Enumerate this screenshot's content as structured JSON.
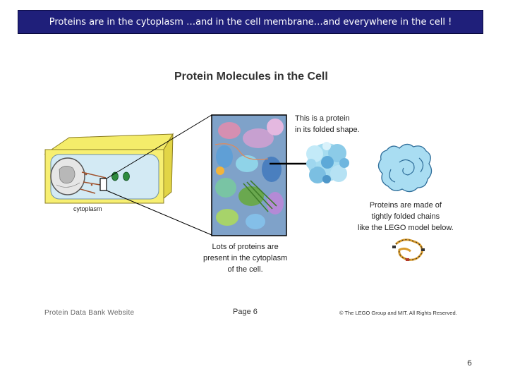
{
  "slide": {
    "title": "Proteins are in the cytoplasm …and in the cell membrane…and everywhere in the cell !",
    "page_number": "6"
  },
  "figure": {
    "title": "Protein Molecules in the Cell",
    "folded_caption": [
      "This is a protein",
      "in its folded shape."
    ],
    "chains_caption": [
      "Proteins are made of",
      "tightly folded chains",
      "like the LEGO model below."
    ],
    "cytoplasm_caption": [
      "Lots of proteins are",
      "present in the cytoplasm",
      "of the cell."
    ],
    "cytoplasm_label": "cytoplasm",
    "source": "Protein Data Bank Website",
    "page_label": "Page 6",
    "copyright": "© The LEGO Group and MIT.  All Rights Reserved."
  }
}
